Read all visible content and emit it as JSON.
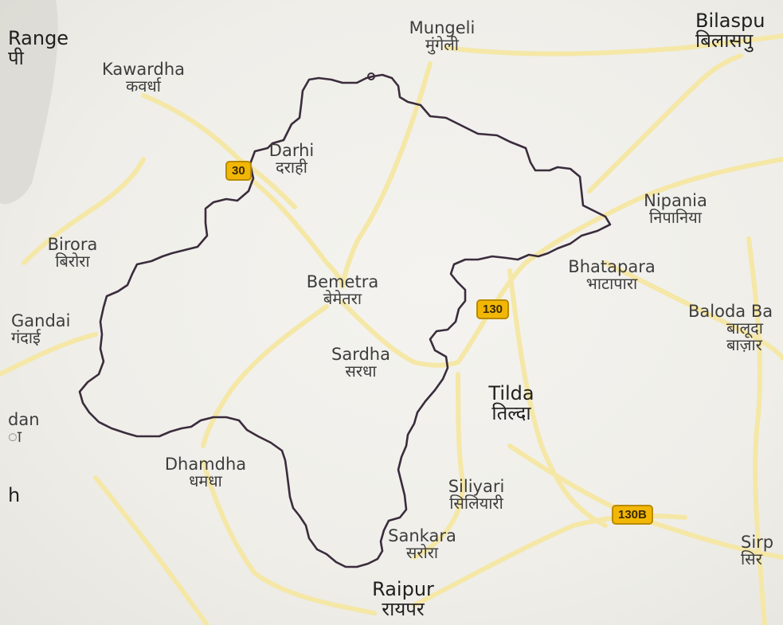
{
  "map": {
    "colors": {
      "background": "#efeee9",
      "road": "#f5e7a6",
      "boundary": "#3a2c3c",
      "badge": "#f2b705",
      "forest": "#d9d8d2"
    },
    "places": {
      "mungeli": {
        "en": "Mungeli",
        "hi": "मुंगेली"
      },
      "bilaspur": {
        "en": "Bilaspu",
        "hi": "बिलासपु"
      },
      "range": {
        "en": "Range",
        "hi": "पी"
      },
      "kawardha": {
        "en": "Kawardha",
        "hi": "कवर्धा"
      },
      "darhi": {
        "en": "Darhi",
        "hi": "दराही"
      },
      "nipania": {
        "en": "Nipania",
        "hi": "निपानिया"
      },
      "birora": {
        "en": "Birora",
        "hi": "बिरोरा"
      },
      "bemetra": {
        "en": "Bemetra",
        "hi": "बेमेतरा"
      },
      "bhatapara": {
        "en": "Bhatapara",
        "hi": "भाटापारा"
      },
      "gandai": {
        "en": "Gandai",
        "hi": "गंदाई"
      },
      "baloda": {
        "en": "Baloda Ba",
        "hi": "बालूदा",
        "hi2": "बाज़ार"
      },
      "sardha": {
        "en": "Sardha",
        "hi": "सरधा"
      },
      "tilda": {
        "en": "Tilda",
        "hi": "तिल्दा"
      },
      "dan": {
        "en": "dan",
        "hi": "ा"
      },
      "dhamdha": {
        "en": "Dhamdha",
        "hi": "धमधा"
      },
      "siliyari": {
        "en": "Siliyari",
        "hi": "सिलियारी"
      },
      "h": {
        "en": "h"
      },
      "sankara": {
        "en": "Sankara",
        "hi": "सरोरा"
      },
      "sirp": {
        "en": "Sirp",
        "hi": "सिर"
      },
      "raipur": {
        "en": "Raipur",
        "hi": "रायपर"
      }
    },
    "road_badges": {
      "nh30": "30",
      "nh130": "130",
      "nh130b": "130B"
    }
  }
}
